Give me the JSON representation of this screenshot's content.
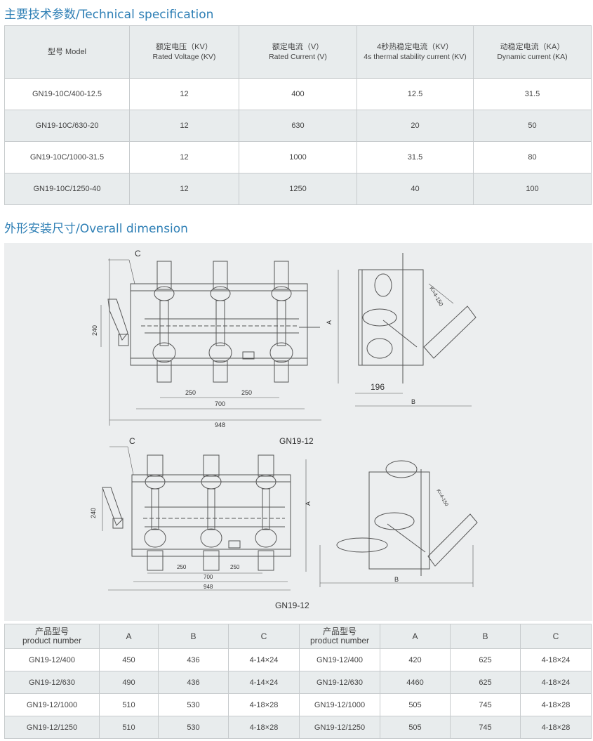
{
  "spec_section": {
    "title": "主要技术参数/Technical specification",
    "headers": [
      {
        "cn": "型号 Model",
        "en": ""
      },
      {
        "cn": "额定电压（KV）",
        "en": "Rated Voltage (KV)"
      },
      {
        "cn": "额定电流（V）",
        "en": "Rated Current (V)"
      },
      {
        "cn": "4秒热稳定电流（KV）",
        "en": "4s thermal stability current (KV)"
      },
      {
        "cn": "动稳定电流（KA）",
        "en": "Dynamic current (KA)"
      }
    ],
    "rows": [
      [
        "GN19-10C/400-12.5",
        "12",
        "400",
        "12.5",
        "31.5"
      ],
      [
        "GN19-10C/630-20",
        "12",
        "630",
        "20",
        "50"
      ],
      [
        "GN19-10C/1000-31.5",
        "12",
        "1000",
        "31.5",
        "80"
      ],
      [
        "GN19-10C/1250-40",
        "12",
        "1250",
        "40",
        "100"
      ]
    ]
  },
  "dimension_section": {
    "title": "外形安装尺寸/Overall dimension",
    "drawing1": {
      "caption": "GN19-12",
      "label_c": "C",
      "dim_240": "240",
      "dim_250a": "250",
      "dim_250b": "250",
      "dim_700": "700",
      "dim_948": "948",
      "label_a": "A",
      "dim_196": "196",
      "label_b": "B",
      "angle": "K=4-150"
    },
    "drawing2": {
      "caption": "GN19-12",
      "label_c": "C",
      "dim_240": "240",
      "dim_250a": "250",
      "dim_250b": "250",
      "dim_700": "700",
      "dim_948": "948",
      "label_a": "A",
      "label_b": "B",
      "angle": "K=4-150"
    }
  },
  "product_table": {
    "headers": [
      {
        "cn": "产品型号",
        "en": "product number"
      },
      {
        "cn": "A",
        "en": ""
      },
      {
        "cn": "B",
        "en": ""
      },
      {
        "cn": "C",
        "en": ""
      },
      {
        "cn": "产品型号",
        "en": "product number"
      },
      {
        "cn": "A",
        "en": ""
      },
      {
        "cn": "B",
        "en": ""
      },
      {
        "cn": "C",
        "en": ""
      }
    ],
    "rows": [
      [
        "GN19-12/400",
        "450",
        "436",
        "4-14×24",
        "GN19-12/400",
        "420",
        "625",
        "4-18×24"
      ],
      [
        "GN19-12/630",
        "490",
        "436",
        "4-14×24",
        "GN19-12/630",
        "4460",
        "625",
        "4-18×24"
      ],
      [
        "GN19-12/1000",
        "510",
        "530",
        "4-18×28",
        "GN19-12/1000",
        "505",
        "745",
        "4-18×28"
      ],
      [
        "GN19-12/1250",
        "510",
        "530",
        "4-18×28",
        "GN19-12/1250",
        "505",
        "745",
        "4-18×28"
      ]
    ]
  },
  "colors": {
    "title": "#2e7fb5",
    "row_alt": "#e8eced",
    "border": "#c7cbcd",
    "drawing_bg": "#eceeef"
  }
}
